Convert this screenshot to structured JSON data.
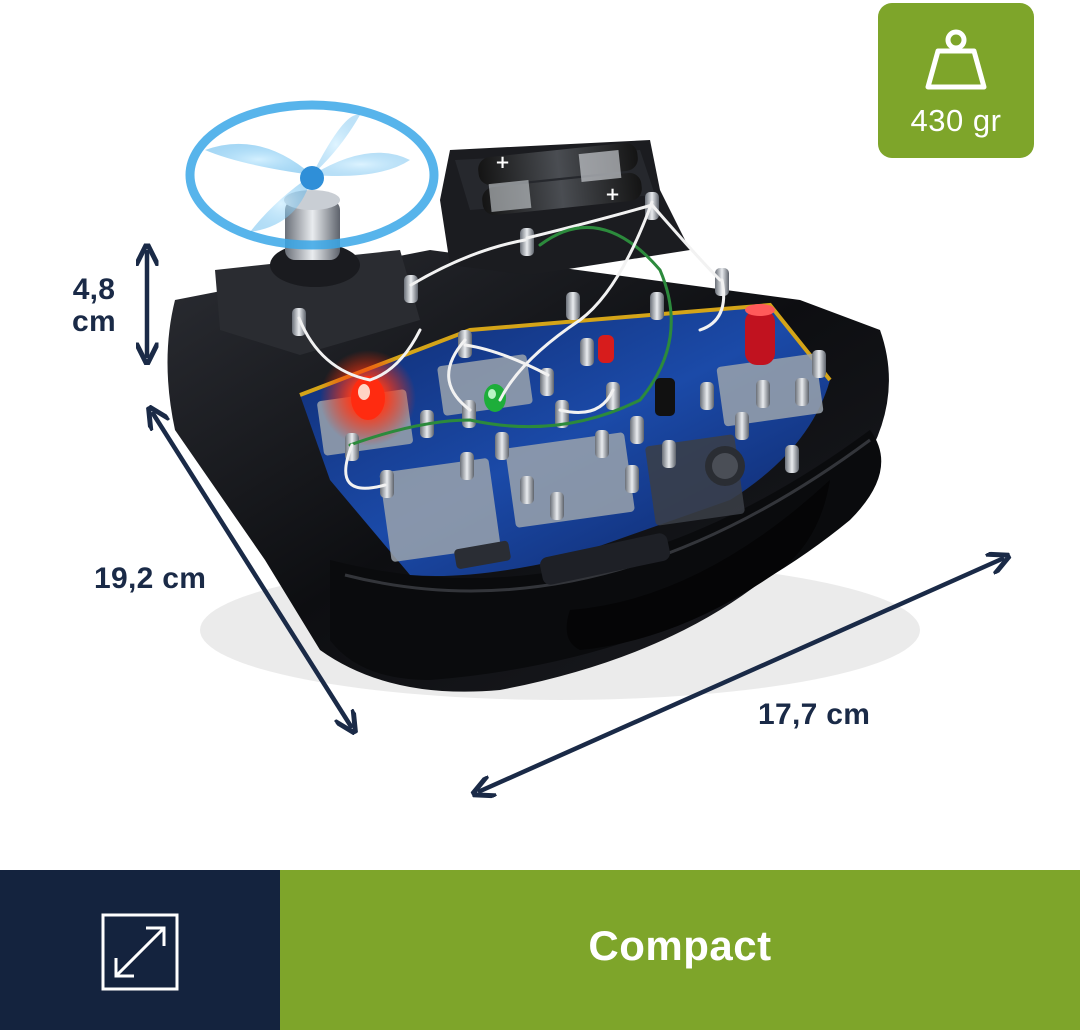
{
  "product": {
    "image_icon": "electronics-kit-photo"
  },
  "weight": {
    "label": "430 gr",
    "icon": "weight-icon",
    "bg_color": "#7ea52a"
  },
  "dimensions": {
    "height_value": "4,8",
    "height_unit": "cm",
    "depth_label": "19,2 cm",
    "width_label": "17,7 cm",
    "arrow_icon": "double-arrow-icon",
    "color": "#1a2a47"
  },
  "footer": {
    "title": "Compact",
    "icon": "expand-diagonal-icon",
    "left_color": "#14233e",
    "right_color": "#7ea52a"
  }
}
